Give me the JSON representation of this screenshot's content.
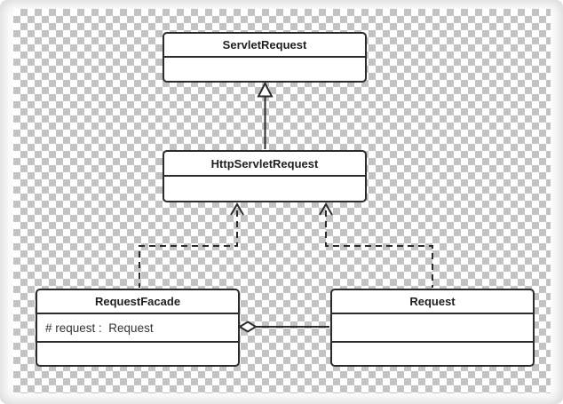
{
  "image": {
    "kind": "uml-class-diagram",
    "background": "transparency-checkerboard"
  },
  "colors": {
    "line": "#2b2b2b",
    "box_fill": "#ffffff",
    "checker_gray": "#c3c3c3",
    "checker_white": "#ffffff",
    "title_text": "#1f1f1f",
    "attribute_text": "#333333"
  },
  "diagram": {
    "classes": [
      {
        "name": "ServletRequest",
        "attributes": [],
        "operations": []
      },
      {
        "name": "HttpServletRequest",
        "attributes": [],
        "operations": []
      },
      {
        "name": "RequestFacade",
        "attributes": [
          "# request :  Request"
        ],
        "operations": []
      },
      {
        "name": "Request",
        "attributes": [],
        "operations": []
      }
    ],
    "relationships": [
      {
        "type": "generalization",
        "from": "HttpServletRequest",
        "to": "ServletRequest",
        "style": "solid line with hollow triangle arrowhead"
      },
      {
        "type": "dependency",
        "from": "RequestFacade",
        "to": "HttpServletRequest",
        "style": "dashed line with open arrowhead"
      },
      {
        "type": "dependency",
        "from": "Request",
        "to": "HttpServletRequest",
        "style": "dashed line with open arrowhead"
      },
      {
        "type": "aggregation",
        "from": "Request",
        "to": "RequestFacade",
        "style": "solid line with hollow diamond at RequestFacade end"
      }
    ]
  }
}
